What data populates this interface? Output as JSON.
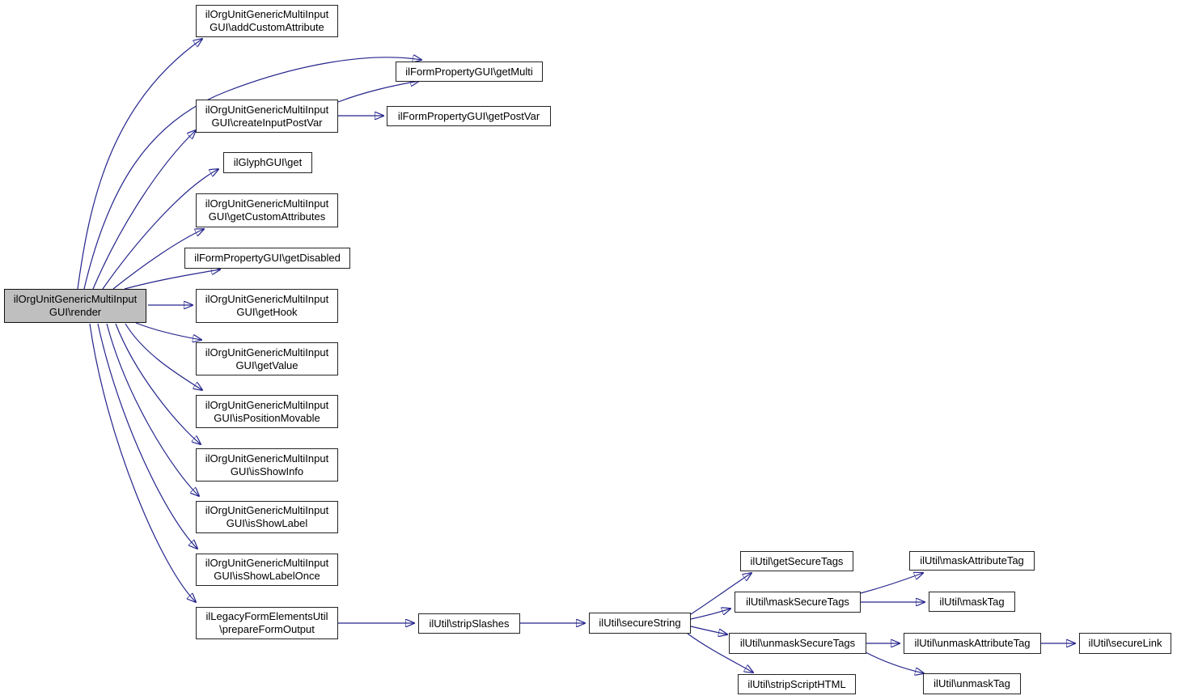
{
  "diagram": {
    "type": "call-graph",
    "background_color": "#ffffff",
    "edge_color": "#24248c",
    "node_fill": "#ffffff",
    "node_border_color": "#242424",
    "focus_node_fill": "#bfbfbf",
    "text_color": "#000000",
    "nodes": [
      {
        "id": "render",
        "label": "ilOrgUnitGenericMultiInput\nGUI\\render",
        "focus": true
      },
      {
        "id": "addCustomAttribute",
        "label": "ilOrgUnitGenericMultiInput\nGUI\\addCustomAttribute"
      },
      {
        "id": "getMulti",
        "label": "ilFormPropertyGUI\\getMulti"
      },
      {
        "id": "createInputPostVar",
        "label": "ilOrgUnitGenericMultiInput\nGUI\\createInputPostVar"
      },
      {
        "id": "getPostVar",
        "label": "ilFormPropertyGUI\\getPostVar"
      },
      {
        "id": "glyphGet",
        "label": "ilGlyphGUI\\get"
      },
      {
        "id": "getCustomAttributes",
        "label": "ilOrgUnitGenericMultiInput\nGUI\\getCustomAttributes"
      },
      {
        "id": "getDisabled",
        "label": "ilFormPropertyGUI\\getDisabled"
      },
      {
        "id": "getHook",
        "label": "ilOrgUnitGenericMultiInput\nGUI\\getHook"
      },
      {
        "id": "getValue",
        "label": "ilOrgUnitGenericMultiInput\nGUI\\getValue"
      },
      {
        "id": "isPositionMovable",
        "label": "ilOrgUnitGenericMultiInput\nGUI\\isPositionMovable"
      },
      {
        "id": "isShowInfo",
        "label": "ilOrgUnitGenericMultiInput\nGUI\\isShowInfo"
      },
      {
        "id": "isShowLabel",
        "label": "ilOrgUnitGenericMultiInput\nGUI\\isShowLabel"
      },
      {
        "id": "isShowLabelOnce",
        "label": "ilOrgUnitGenericMultiInput\nGUI\\isShowLabelOnce"
      },
      {
        "id": "prepareFormOutput",
        "label": "ilLegacyFormElementsUtil\n\\prepareFormOutput"
      },
      {
        "id": "stripSlashes",
        "label": "ilUtil\\stripSlashes"
      },
      {
        "id": "secureString",
        "label": "ilUtil\\secureString"
      },
      {
        "id": "getSecureTags",
        "label": "ilUtil\\getSecureTags"
      },
      {
        "id": "maskSecureTags",
        "label": "ilUtil\\maskSecureTags"
      },
      {
        "id": "unmaskSecureTags",
        "label": "ilUtil\\unmaskSecureTags"
      },
      {
        "id": "stripScriptHTML",
        "label": "ilUtil\\stripScriptHTML"
      },
      {
        "id": "maskAttributeTag",
        "label": "ilUtil\\maskAttributeTag"
      },
      {
        "id": "maskTag",
        "label": "ilUtil\\maskTag"
      },
      {
        "id": "unmaskAttributeTag",
        "label": "ilUtil\\unmaskAttributeTag"
      },
      {
        "id": "secureLink",
        "label": "ilUtil\\secureLink"
      },
      {
        "id": "unmaskTag",
        "label": "ilUtil\\unmaskTag"
      }
    ],
    "edges": [
      {
        "from": "render",
        "to": "addCustomAttribute"
      },
      {
        "from": "render",
        "to": "getMulti"
      },
      {
        "from": "render",
        "to": "createInputPostVar"
      },
      {
        "from": "render",
        "to": "glyphGet"
      },
      {
        "from": "render",
        "to": "getCustomAttributes"
      },
      {
        "from": "render",
        "to": "getDisabled"
      },
      {
        "from": "render",
        "to": "getHook"
      },
      {
        "from": "render",
        "to": "getValue"
      },
      {
        "from": "render",
        "to": "isPositionMovable"
      },
      {
        "from": "render",
        "to": "isShowInfo"
      },
      {
        "from": "render",
        "to": "isShowLabel"
      },
      {
        "from": "render",
        "to": "isShowLabelOnce"
      },
      {
        "from": "render",
        "to": "prepareFormOutput"
      },
      {
        "from": "createInputPostVar",
        "to": "getMulti"
      },
      {
        "from": "createInputPostVar",
        "to": "getPostVar"
      },
      {
        "from": "prepareFormOutput",
        "to": "stripSlashes"
      },
      {
        "from": "stripSlashes",
        "to": "secureString"
      },
      {
        "from": "secureString",
        "to": "getSecureTags"
      },
      {
        "from": "secureString",
        "to": "maskSecureTags"
      },
      {
        "from": "secureString",
        "to": "unmaskSecureTags"
      },
      {
        "from": "secureString",
        "to": "stripScriptHTML"
      },
      {
        "from": "maskSecureTags",
        "to": "maskAttributeTag"
      },
      {
        "from": "maskSecureTags",
        "to": "maskTag"
      },
      {
        "from": "unmaskSecureTags",
        "to": "unmaskAttributeTag"
      },
      {
        "from": "unmaskSecureTags",
        "to": "unmaskTag"
      },
      {
        "from": "unmaskAttributeTag",
        "to": "secureLink"
      }
    ]
  }
}
